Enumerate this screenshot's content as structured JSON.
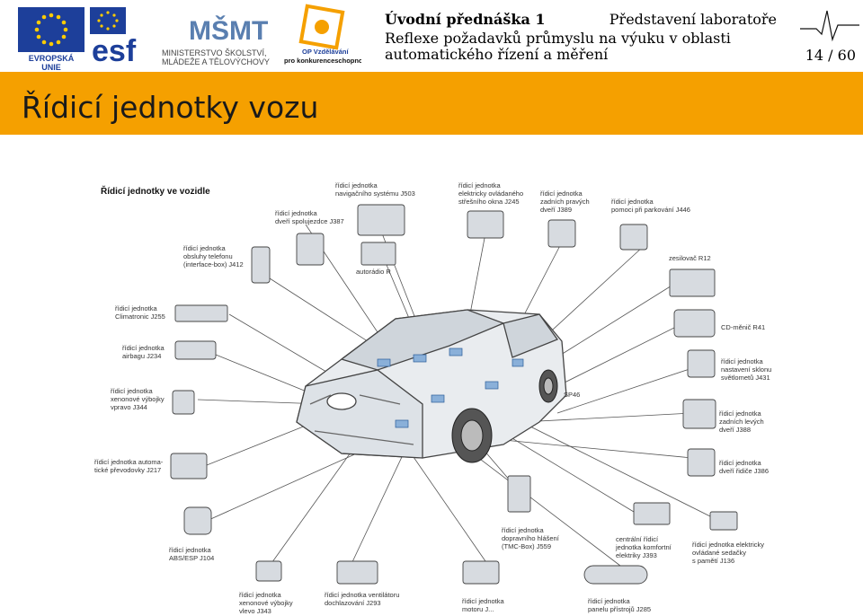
{
  "header": {
    "eu_label": "EVROPSKÁ UNIE",
    "esf_label": "esf",
    "msmt_label": "MŠMT",
    "msmt_line1": "MINISTERSTVO ŠKOLSTVÍ,",
    "msmt_line2": "MLÁDEŽE A TĚLOVÝCHOVY",
    "op_line1": "OP Vzdělávání",
    "op_line2": "pro konkurenceschopnost",
    "lecture": "Úvodní přednáška 1",
    "section": "Představení laboratoře",
    "subtitle": "Reflexe požadavků průmyslu na výuku v oblasti automatického řízení a měření",
    "page": "14 / 60"
  },
  "slide": {
    "title": "Řídicí jednotky vozu"
  },
  "diagram": {
    "heading": "Řídicí jednotky ve vozidle",
    "labels": {
      "door_passenger": "řídicí jednotka\ndveří spolujezdce J387",
      "navigation": "řídicí jednotka\nnavigačního systému J503",
      "roof_window": "řídicí jednotka\nelektricky ovládaného\nstřešního okna J245",
      "rear_right_door": "řídicí jednotka\nzadních pravých\ndveří J389",
      "parking": "řídicí jednotka\npomoci při parkování J446",
      "telephone": "řídicí jednotka\nobsluhy telefonu\n(interface-box) J412",
      "radio": "autorádio R",
      "amplifier": "zesilovač R12",
      "climatronic": "řídicí jednotka\nClimatronic J255",
      "cd_changer": "CD-měnič R41",
      "airbag": "řídicí jednotka\nairbagu J234",
      "headlight_tilt": "řídicí jednotka\nnastavení sklonu\nsvětlometů J431",
      "xenon_right": "řídicí jednotka\nxenonové výbojky\nvpravo J344",
      "sp46": "SP46",
      "rear_left_door": "řídicí jednotka\nzadních levých\ndveří J388",
      "gearbox": "řídicí jednotka automa-\ntické převodovky J217",
      "driver_door": "řídicí jednotka\ndveří řidiče J386",
      "abs": "řídicí jednotka\nABS/ESP J104",
      "tmc": "řídicí jednotka\ndopravního hlášení\n(TMC-Box) J559",
      "central": "centrální řídicí\njednotka komfortní\nelektriky J393",
      "seat": "řídicí jednotka elektricky\novládané sedačky\ns pamětí J136",
      "xenon_left": "řídicí jednotka\nxenonové výbojky\nvlevo J343",
      "heater_fan": "řídicí jednotka ventilátoru\ndochlazování J293",
      "engine": "řídicí jednotka\nmotoru J...",
      "dashboard": "řídicí jednotka\npanelu přístrojů J285"
    }
  }
}
